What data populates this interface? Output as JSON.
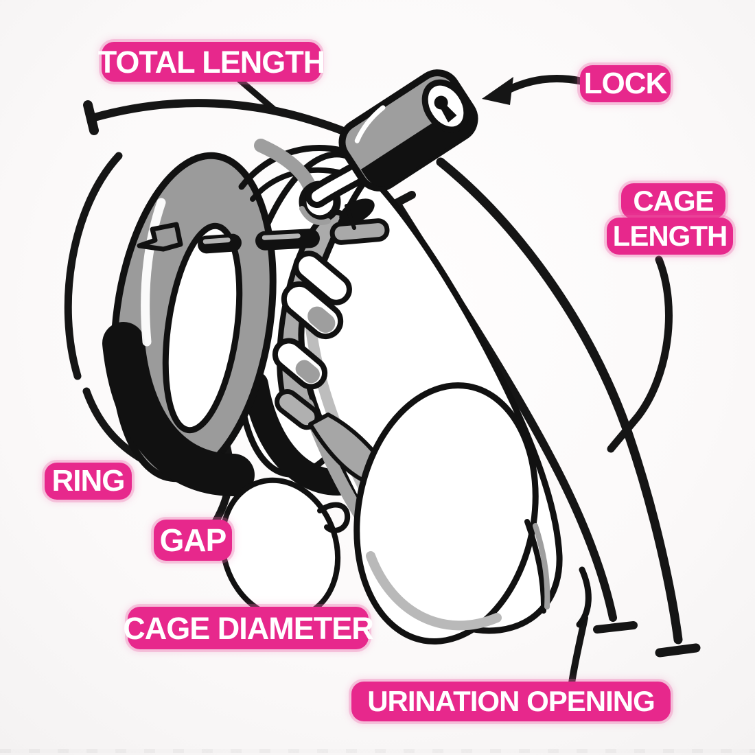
{
  "meta": {
    "description": "Annotated line-art diagram of a chastity cage with measurement callouts",
    "background": "#fbf9f9",
    "line_color": "#151515",
    "accent_pink": "#e7288c",
    "label_text_color": "#ffffff",
    "shade_gray": "#9e9e9e"
  },
  "labels": {
    "total_length": "TOTAL LENGTH",
    "lock": "LOCK",
    "cage": "CAGE",
    "length": "LENGTH",
    "ring": "RING",
    "gap": "GAP",
    "cage_diameter": "CAGE DIAMETER",
    "urination_opening": "URINATION OPENING"
  }
}
